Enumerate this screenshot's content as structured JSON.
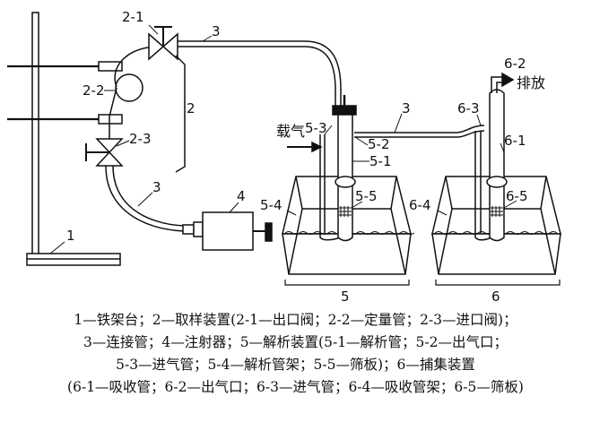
{
  "labels": {
    "stand": "1",
    "sampler": "2",
    "outlet_valve": "2-1",
    "quant_tube": "2-2",
    "inlet_valve": "2-3",
    "connector_top": "3",
    "connector_left": "3",
    "connector_right": "3",
    "syringe": "4",
    "desorb_tube": "5-1",
    "desorb_outlet": "5-2",
    "desorb_inlet": "5-3",
    "desorb_rack": "5-4",
    "desorb_sieve": "5-5",
    "desorb_device": "5",
    "absorb_tube": "6-1",
    "absorb_outlet": "6-2",
    "absorb_inlet": "6-3",
    "absorb_rack": "6-4",
    "absorb_sieve": "6-5",
    "capture_device": "6",
    "carrier_gas": "载气",
    "exhaust": "排放"
  },
  "caption": {
    "line1": "1—铁架台；2—取样装置(2-1—出口阀；2-2—定量管；2-3—进口阀)；",
    "line2": "3—连接管；4—注射器；5—解析装置(5-1—解析管；5-2—出气口；",
    "line3": "5-3—进气管；5-4—解析管架；5-5—筛板)；6—捕集装置",
    "line4": "(6-1—吸收管；6-2—出气口；6-3—进气管；6-4—吸收管架；6-5—筛板)"
  }
}
